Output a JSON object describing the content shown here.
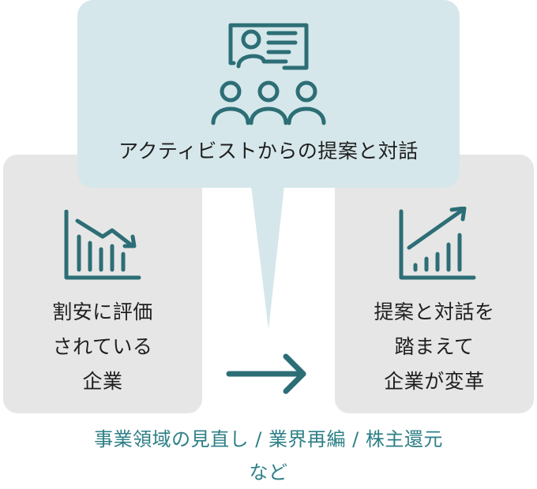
{
  "colors": {
    "accent": "#2d6e76",
    "bubble": "#d5e7ea",
    "box": "#e6e6e6",
    "caption": "#2d7f86"
  },
  "center": {
    "icon": "presentation-audience-icon",
    "title": "アクティビストからの提案と対話"
  },
  "left": {
    "icon": "declining-bar-chart-icon",
    "label": "割安に評価\nされている\n企業"
  },
  "arrow": {
    "icon": "right-arrow-icon"
  },
  "right": {
    "icon": "rising-bar-chart-icon",
    "label": "提案と対話を\n踏まえて\n企業が変革"
  },
  "caption": "事業領域の見直し / 業界再編 / 株主還元\nなど"
}
